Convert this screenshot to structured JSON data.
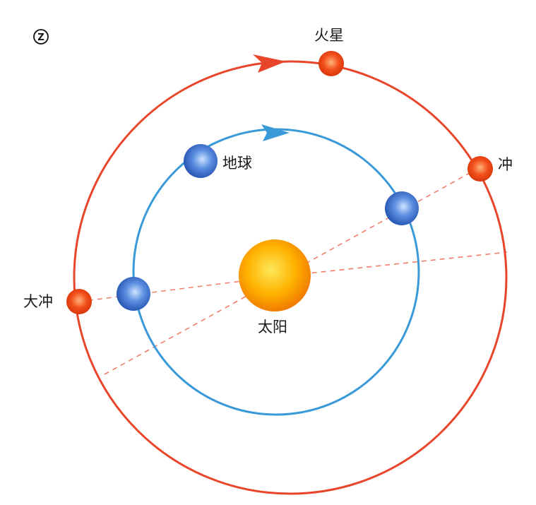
{
  "marker": "Z",
  "labels": {
    "mars": "火星",
    "earth": "地球",
    "sun": "太阳",
    "opposition": "冲",
    "great_opposition": "大冲"
  },
  "colors": {
    "mars_orbit": "#e8452a",
    "earth_orbit": "#3a9ad8",
    "mars_body": "#ea3d10",
    "earth_body": "#2f66c6",
    "sun_body": "#ff9a00",
    "sight_line": "#ef7f6c"
  }
}
